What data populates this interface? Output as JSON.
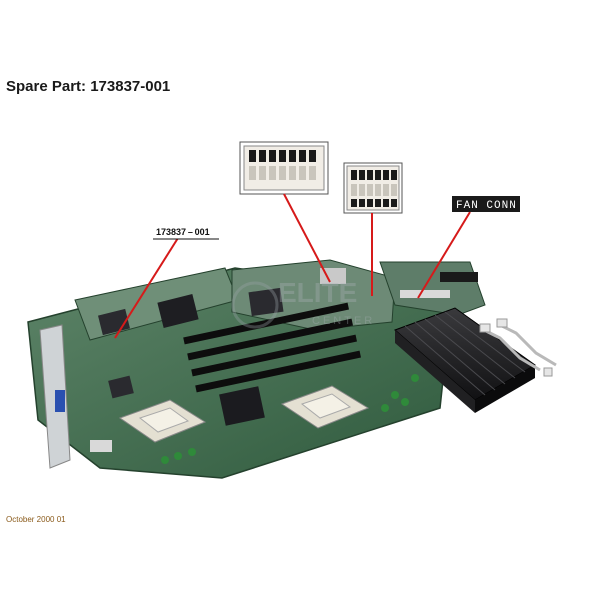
{
  "title": "Spare Part: 173837-001",
  "footer": "October 2000 01",
  "callouts": {
    "part_number": "173837 – 001",
    "fan_connector": "FAN CONN"
  },
  "watermark": "ELITE CENTER",
  "colors": {
    "leader_line": "#d61a1a",
    "pcb_green": "#3f6b4a",
    "heatsink": "#1c1c1e"
  }
}
